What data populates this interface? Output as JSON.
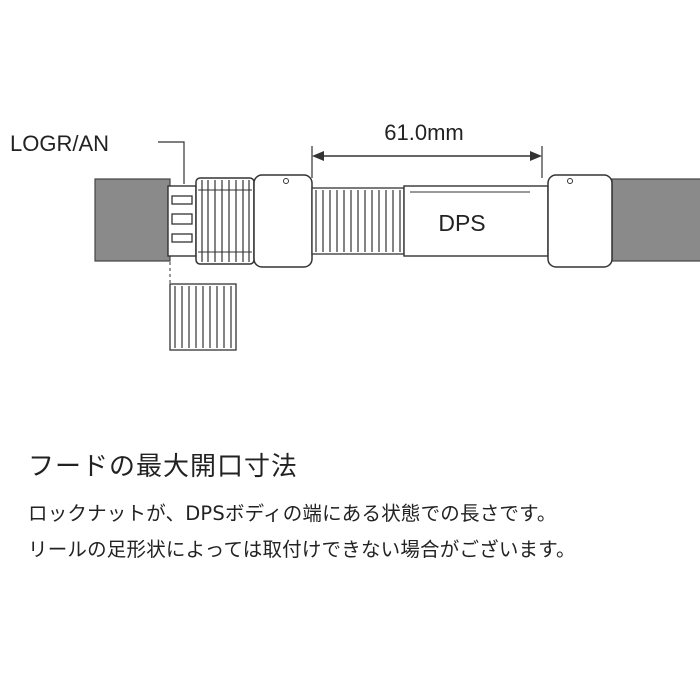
{
  "diagram": {
    "part_label": "LOGR/AN",
    "dimension_label": "61.0mm",
    "body_label": "DPS"
  },
  "caption": {
    "heading": "フードの最大開口寸法",
    "line1": "ロックナットが、DPSボディの端にある状態での長さです。",
    "line2": "リールの足形状によっては取付けできない場合がございます。"
  },
  "colors": {
    "blank": "#8a8a8a",
    "line": "#3a3a3a",
    "part_fill": "#ffffff"
  }
}
